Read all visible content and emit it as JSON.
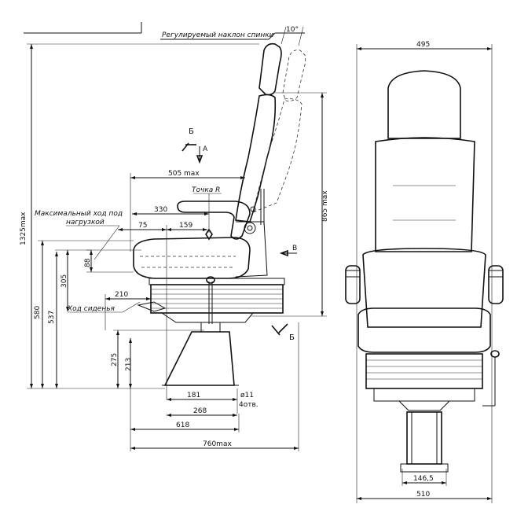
{
  "labels": {
    "backrest_tilt": "Регулируемый наклон спинки",
    "tilt_angle": "10°",
    "section_b_top": "Б",
    "section_b_bottom": "Б",
    "view_a": "А",
    "view_b": "В",
    "point_r": "Точка R",
    "max_travel_line1": "Максимальный ход под",
    "max_travel_line2": "нагрузкой",
    "seat_travel": "Ход сиденья",
    "hole_dia": "ø11",
    "hole_count": "4отв."
  },
  "side_dims": {
    "d505": "505 max",
    "d330": "330",
    "d75": "75",
    "d159": "159",
    "d88": "88",
    "d305": "305",
    "d210": "210",
    "d580": "580",
    "d537": "537",
    "d1325": "1325max",
    "d865": "865 max",
    "d275": "275",
    "d213": "213",
    "d181": "181",
    "d268": "268",
    "d618": "618",
    "d760": "760max"
  },
  "front_dims": {
    "d495": "495",
    "d146": "146,5",
    "d510": "510"
  }
}
